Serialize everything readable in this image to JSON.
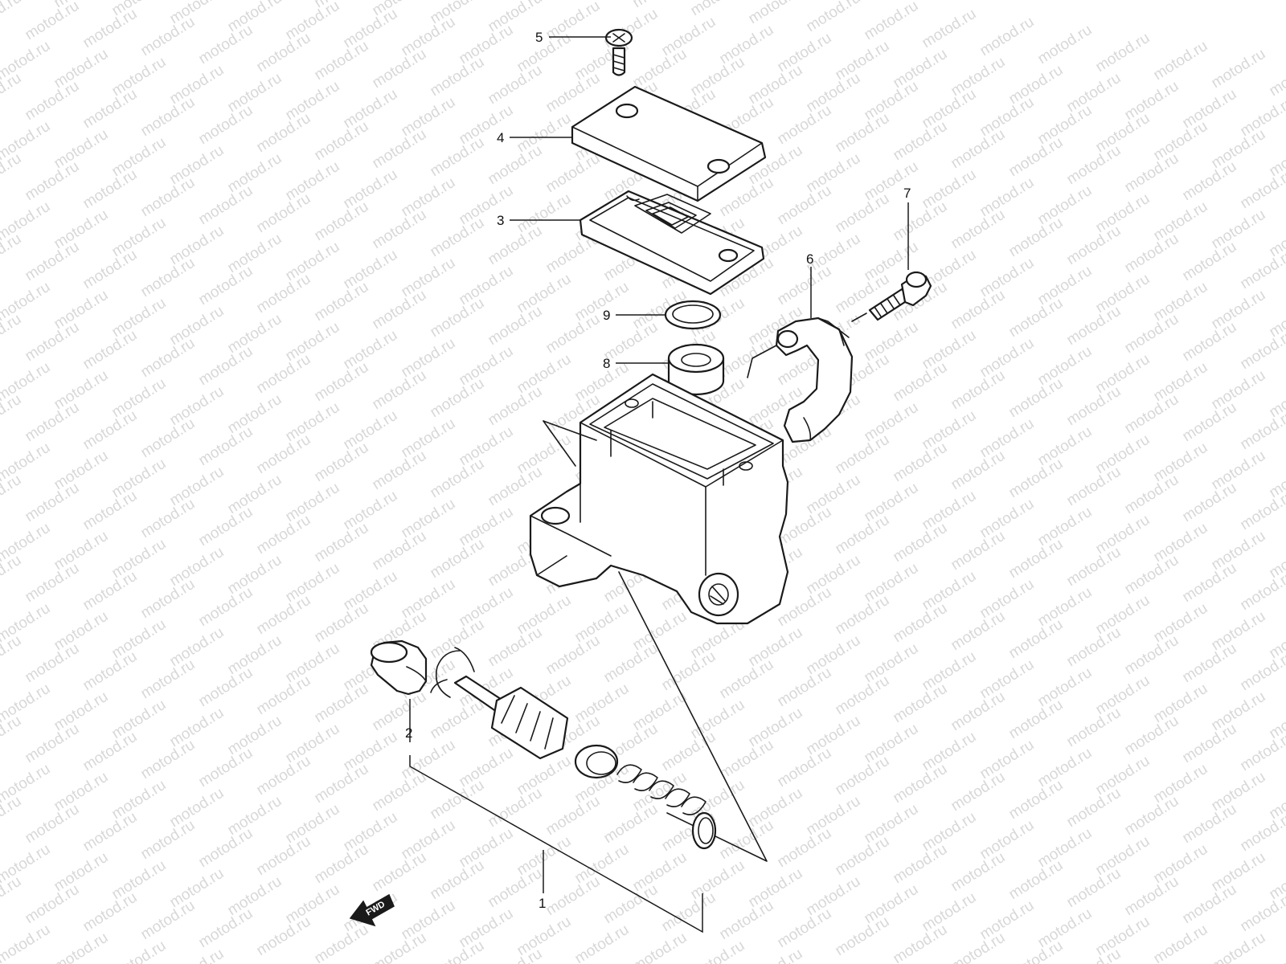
{
  "watermark": {
    "text": "motod.ru",
    "color": "#d8d8d8"
  },
  "callouts": [
    {
      "id": "c1",
      "label": "1"
    },
    {
      "id": "c2",
      "label": "2"
    },
    {
      "id": "c3",
      "label": "3"
    },
    {
      "id": "c4",
      "label": "4"
    },
    {
      "id": "c5",
      "label": "5"
    },
    {
      "id": "c6",
      "label": "6"
    },
    {
      "id": "c7",
      "label": "7"
    },
    {
      "id": "c8",
      "label": "8"
    },
    {
      "id": "c9",
      "label": "9"
    }
  ],
  "direction_marker": {
    "label": "FWD",
    "icon": "fwd-arrow-icon"
  },
  "colors": {
    "line": "#1a1a1a",
    "background": "#ffffff"
  }
}
